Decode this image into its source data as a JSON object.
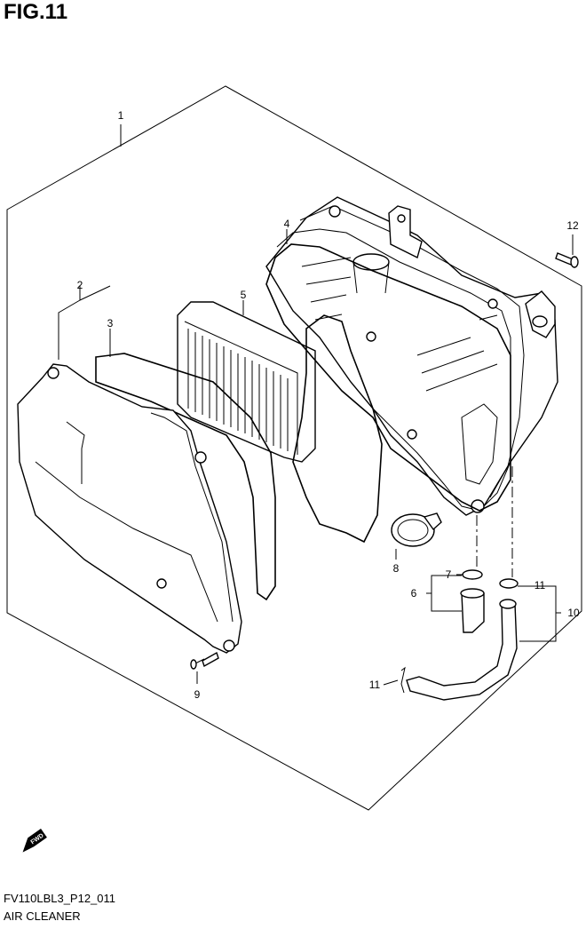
{
  "figure": {
    "title": "FIG.11",
    "drawing_code": "FV110LBL3_P12_011",
    "section_name": "AIR CLEANER"
  },
  "callouts": [
    {
      "id": "c1",
      "label": "1"
    },
    {
      "id": "c2",
      "label": "2"
    },
    {
      "id": "c3",
      "label": "3"
    },
    {
      "id": "c4",
      "label": "4"
    },
    {
      "id": "c5",
      "label": "5"
    },
    {
      "id": "c6",
      "label": "6"
    },
    {
      "id": "c7",
      "label": "7"
    },
    {
      "id": "c8",
      "label": "8"
    },
    {
      "id": "c9",
      "label": "9"
    },
    {
      "id": "c10",
      "label": "10"
    },
    {
      "id": "c11a",
      "label": "11"
    },
    {
      "id": "c11b",
      "label": "11"
    },
    {
      "id": "c12",
      "label": "12"
    }
  ],
  "fwd_badge": "FWD"
}
